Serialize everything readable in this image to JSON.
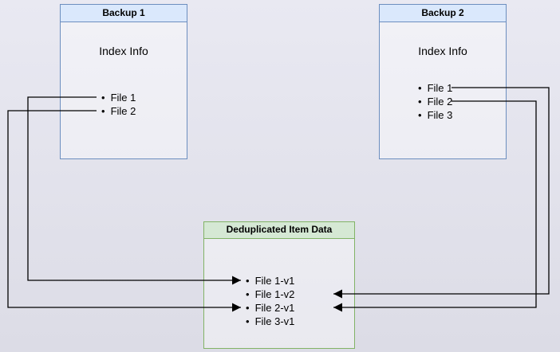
{
  "boxes": {
    "backup1": {
      "title": "Backup 1",
      "subtitle": "Index Info",
      "files": [
        "File 1",
        "File 2"
      ]
    },
    "backup2": {
      "title": "Backup 2",
      "subtitle": "Index Info",
      "files": [
        "File 1",
        "File 2",
        "File 3"
      ]
    },
    "dedup": {
      "title": "Deduplicated Item Data",
      "items": [
        "File 1-v1",
        "File 1-v2",
        "File 2-v1",
        "File 3-v1"
      ]
    }
  },
  "connections": [
    {
      "from": "Backup 1 / File 1",
      "to": "File 1-v1"
    },
    {
      "from": "Backup 1 / File 2",
      "to": "File 2-v1"
    },
    {
      "from": "Backup 2 / File 1",
      "to": "File 1-v2"
    },
    {
      "from": "Backup 2 / File 2",
      "to": "File 2-v1"
    }
  ],
  "colors": {
    "backup_header_fill": "#dae8fc",
    "backup_border": "#6c8ebf",
    "dedup_header_fill": "#d5e8d4",
    "dedup_border": "#82b366",
    "arrow": "#000000",
    "background_top": "#e9e9f2",
    "background_bottom": "#dcdce6"
  }
}
